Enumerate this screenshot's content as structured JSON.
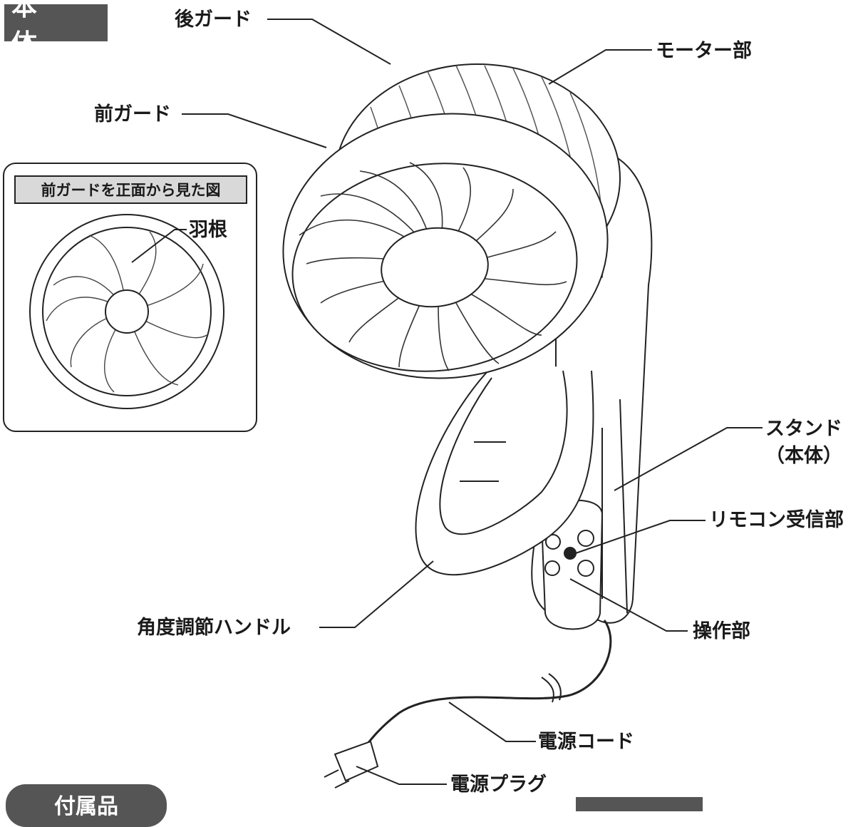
{
  "section_title": "本 体",
  "labels": {
    "rear_guard": "後ガード",
    "motor": "モーター部",
    "front_guard": "前ガード",
    "blade": "羽根",
    "stand_line1": "スタンド",
    "stand_line2": "（本体）",
    "remote_receiver": "リモコン受信部",
    "control_panel": "操作部",
    "angle_handle": "角度調節ハンドル",
    "power_cord": "電源コード",
    "power_plug": "電源プラグ"
  },
  "inset": {
    "title": "前ガードを正面から見た図"
  },
  "accessories_tab": "付属品"
}
